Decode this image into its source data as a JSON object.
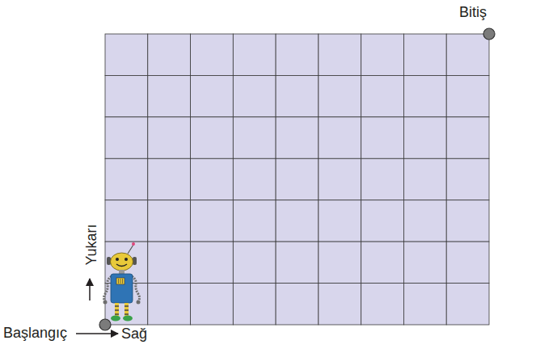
{
  "diagram": {
    "labels": [
      "Bitiş",
      "Başlangıç",
      "Sağ",
      "Yukarı"
    ]
  }
}
